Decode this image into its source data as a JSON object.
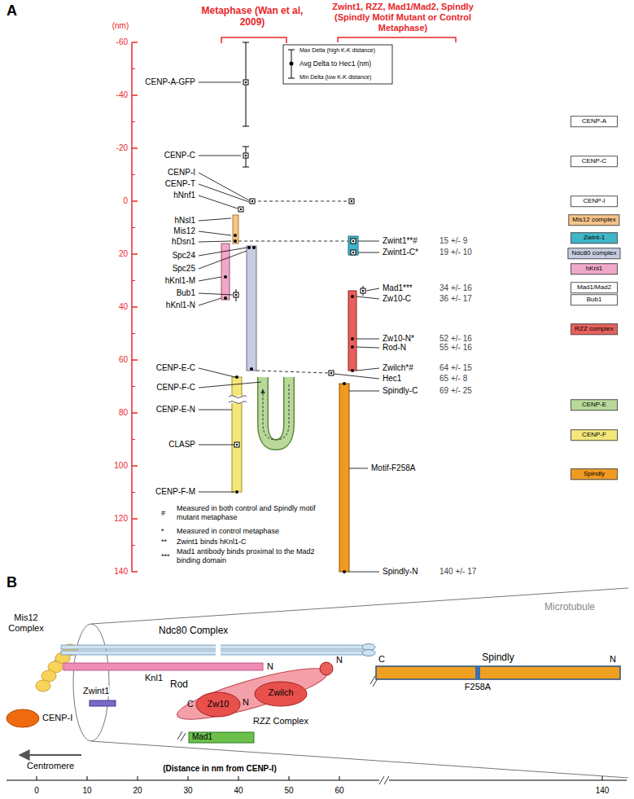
{
  "diagram": {
    "nodes": [
      {
        "text": [
          "Mis12 Complex"
        ]
      },
      {
        "text": [
          "Ndc80 Complex"
        ]
      },
      {
        "text": [
          "Knl1",
          "N"
        ]
      },
      {
        "text": [
          "Zwint1"
        ]
      },
      {
        "text": [
          "Rod",
          "N"
        ]
      },
      {
        "text": [
          "C",
          "Zw10",
          "N"
        ]
      },
      {
        "text": [
          "Zwilch"
        ]
      },
      {
        "text": [
          "Mad1"
        ]
      },
      {
        "text": [
          "Spindly",
          "C",
          "F258A",
          "N"
        ]
      },
      {
        "text": [
          "CENP-I"
        ]
      }
    ],
    "labels": [
      "A",
      "(nm)",
      "-60",
      "-40",
      "-20",
      "0",
      "20",
      "40",
      "60",
      "80",
      "100",
      "120",
      "140",
      "Metaphase (Wan et al, 2009)",
      "Zwint1, RZZ, Mad1/Mad2, Spindly (Spindly Motif Mutant or Control Metaphase)",
      "CENP-A-GFP",
      "CENP-C",
      "CENP-I",
      "CENP-T",
      "hNnf1",
      "hNsl1",
      "Mis12",
      "hDsn1",
      "Spc24",
      "Spc25",
      "hKnl1-M",
      "Bub1",
      "hKnl1-N",
      "CENP-E-C",
      "CENP-F-C",
      "CENP-E-N",
      "CLASP",
      "CENP-F-M",
      "Zwint1**#",
      "15 +/- 9",
      "Zwint1-C*",
      "19 +/- 10",
      "Mad1***",
      "34 +/- 16",
      "Zw10-C",
      "36 +/- 17",
      "Zw10-N*",
      "52 +/- 16",
      "Rod-N",
      "55 +/- 16",
      "Zwilch*#",
      "64 +/- 15",
      "Hec1",
      "65 +/- 8",
      "Spindly-C",
      "69 +/- 25",
      "Motif-F258A",
      "Spindly-N",
      "140 +/- 17",
      "#",
      "Measured  in both control and Spindly motif mutant metaphase",
      "*",
      "Measured in control metaphase",
      "**",
      "Zwint1 binds hKnl1-C",
      "***",
      "Mad1 antibody binds proximal to the Mad2 binding domain",
      "B",
      "RZZ Complex",
      "Microtubule",
      "Centromere",
      "(Distance in nm from CENP-I)",
      "0",
      "10",
      "20",
      "30",
      "40",
      "50",
      "60",
      "140"
    ],
    "legend": [
      {
        "text": "Max Delta (high K-K distance)"
      },
      {
        "text": "Avg Delta to Hec1 (nm)"
      },
      {
        "text": "Min Delta (low K-K distance)"
      },
      {
        "text": "CENP-A",
        "color": "#ffffff"
      },
      {
        "text": "CENP-C",
        "color": "#ffffff"
      },
      {
        "text": "CENP-I",
        "color": "#ffffff"
      },
      {
        "text": "Mis12 complex",
        "color": "#f6c48a"
      },
      {
        "text": "Zwint-1",
        "color": "#3fb5c8"
      },
      {
        "text": "Ndc80 complex",
        "color": "#c7cde0"
      },
      {
        "text": "hKnl1",
        "color": "#f0a8c8"
      },
      {
        "text": "Mad1/Mad2",
        "color": "#ffffff"
      },
      {
        "text": "Bub1",
        "color": "#ffffff"
      },
      {
        "text": "RZZ complex",
        "color": "#e8605c"
      },
      {
        "text": "CENP-E",
        "color": "#b9d99a"
      },
      {
        "text": "CENP-F",
        "color": "#f5e67a"
      },
      {
        "text": "Spindly",
        "color": "#f09a20"
      }
    ]
  }
}
